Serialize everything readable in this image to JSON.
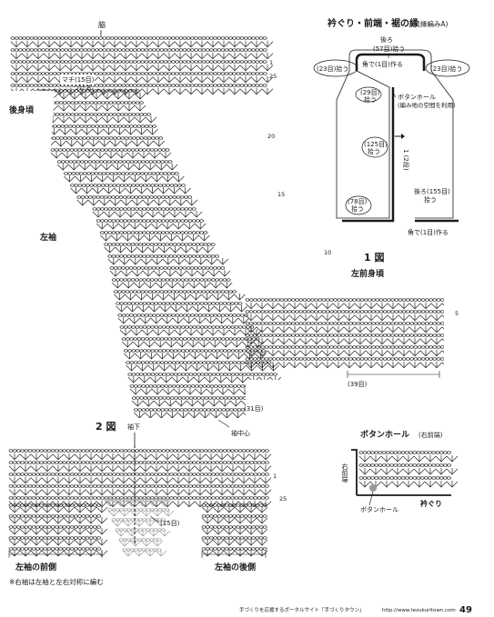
{
  "labels": {
    "waki": "脇",
    "machi": "マチ(15目)",
    "tsukeru": "つける",
    "ushiromigoro": "後身頃",
    "hidarisode": "左袖",
    "hidarimaemigoro": "左前身頃",
    "zu1": "1 図",
    "zu2": "2 図",
    "sodeshita": "袖下",
    "sodechushin": "袖中心",
    "me31": "(31目)",
    "me39": "(39目)",
    "me15": "(15目)",
    "hidarisode_mae": "左袖の前側",
    "hidarisode_ushiro": "左袖の後側",
    "note": "※右袖は左袖と左右対称に編む"
  },
  "row_marks": {
    "r1": "1",
    "r25": "25",
    "r20": "20",
    "r15": "15",
    "r10": "10",
    "r5": "5",
    "r1b": "1",
    "r25b": "25"
  },
  "inset": {
    "title": "衿ぐり・前端・裾の縁",
    "title_sub": "(縁編みA)",
    "ushiro_top": "後ろ",
    "ushiro_top_count": "(57目)拾う",
    "left_23": "(23目)拾う",
    "right_23": "(23目)拾う",
    "kado_top": "角で(1目)作る",
    "left_29": "(29目)",
    "left_29b": "拾う",
    "buttonhole": "ボタンホール",
    "buttonhole_note": "(編み地の空間を利用)",
    "left_125": "(125目)",
    "left_125b": "拾う",
    "dan": "1 (2段)",
    "bottom_78": "(78目)",
    "bottom_78b": "拾う",
    "right_155": "後ろ(155目)",
    "right_155b": "拾う",
    "kado_bottom": "角で(1目)作る"
  },
  "button_diagram": {
    "title": "ボタンホール",
    "title_sub": "(右前端)",
    "side_label": "右前端",
    "hole_label": "ボタンホール",
    "collar": "衿ぐり"
  },
  "footer": {
    "text": "手づくりを応援するポータルサイト「手づくりタウン」",
    "url": "http://www.tezukuritown.com",
    "page": "49"
  }
}
